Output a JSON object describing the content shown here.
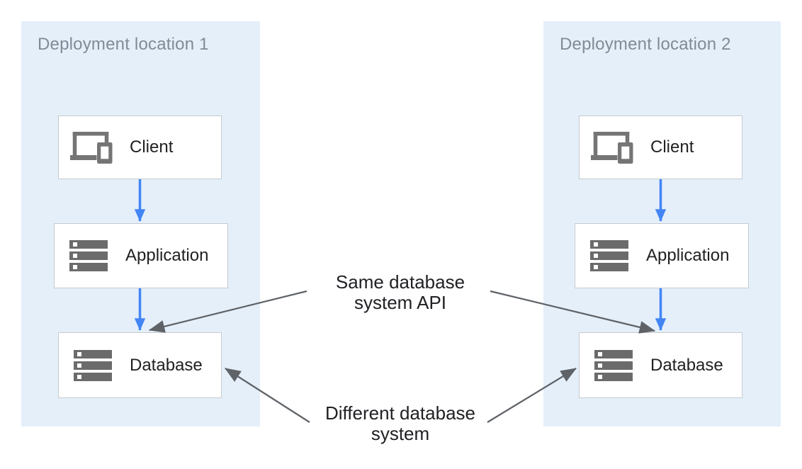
{
  "diagram": {
    "regions": [
      {
        "title": "Deployment location 1",
        "nodes": [
          {
            "label": "Client",
            "icon": "devices-icon"
          },
          {
            "label": "Application",
            "icon": "server-stack-icon"
          },
          {
            "label": "Database",
            "icon": "server-stack-icon"
          }
        ]
      },
      {
        "title": "Deployment location 2",
        "nodes": [
          {
            "label": "Client",
            "icon": "devices-icon"
          },
          {
            "label": "Application",
            "icon": "server-stack-icon"
          },
          {
            "label": "Database",
            "icon": "server-stack-icon"
          }
        ]
      }
    ],
    "flows": [
      "Client to Application (location 1)",
      "Application to Database (location 1)",
      "Client to Application (location 2)",
      "Application to Database (location 2)"
    ],
    "annotations": [
      {
        "text": "Same database\nsystem API",
        "points_to": "both Database nodes"
      },
      {
        "text": "Different database\nsystem",
        "points_to": "both Database nodes"
      }
    ]
  },
  "colors": {
    "canvas_bg": "#ffffff",
    "region_fill": "#e4effa",
    "region_title": "#7f8b96",
    "node_fill": "#ffffff",
    "node_border": "#c7cacd",
    "node_label": "#212121",
    "icon_gray": "#757575",
    "icon_server": "#6b6b6b",
    "arrow_blue": "#4285f4",
    "arrow_gray": "#5f6368",
    "annotation_text": "#202124"
  }
}
